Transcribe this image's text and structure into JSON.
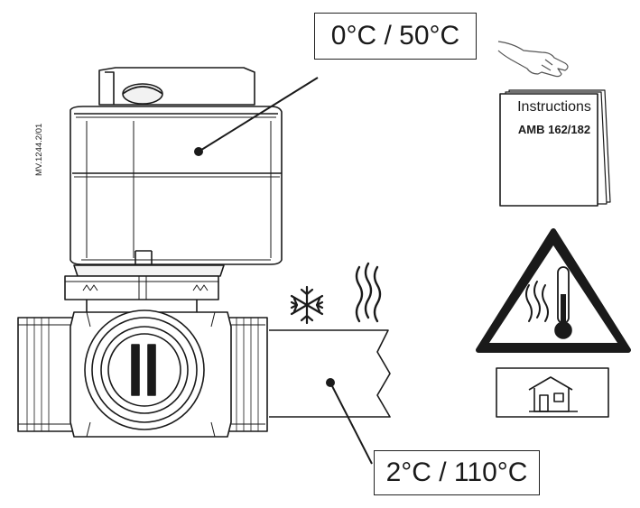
{
  "labels": {
    "ambient_temperature": "0°C / 50°C",
    "media_temperature": "2°C / 110°C",
    "document_code": "MV.1244.2/01"
  },
  "instructions_booklet": {
    "title": "Instructions",
    "model": "AMB 162/182"
  },
  "icons": [
    "hand-pointer-icon",
    "snowflake-icon",
    "heat-waves-icon",
    "warning-triangle-icon",
    "thermometer-icon",
    "indoor-house-icon"
  ],
  "colors": {
    "line": "#1a1a1a",
    "fill_light": "#f2f2f2",
    "fill_mid": "#d9d9d9"
  }
}
